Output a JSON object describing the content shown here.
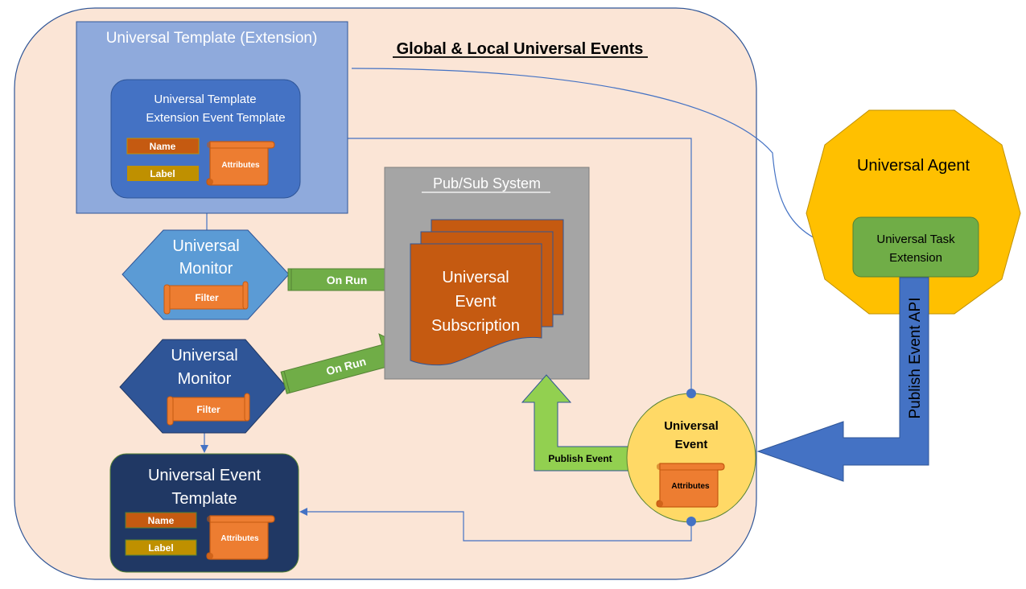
{
  "diagram": {
    "title": "Global & Local Universal Events",
    "colors": {
      "outer_bg": "#FBE5D6",
      "outer_border": "#2F5597",
      "template_ext_bg": "#8FAADC",
      "template_ext_inner": "#4472C4",
      "monitor_light": "#5B9BD5",
      "monitor_dark": "#2F5597",
      "event_template_bg": "#203864",
      "name_badge": "#C55A11",
      "label_badge": "#BF9000",
      "scroll": "#ED7D31",
      "on_run_arrow": "#70AD47",
      "publish_event_arrow": "#92D050",
      "pubsub_bg": "#A5A5A5",
      "subscription": "#C55A11",
      "universal_event": "#FFD966",
      "agent": "#FFC000",
      "task_extension": "#70AD47",
      "api_arrow": "#4472C4",
      "connector": "#4472C4"
    },
    "template_extension": {
      "title": "Universal Template (Extension)",
      "inner_title_line1": "Universal Template",
      "inner_title_line2": "Extension Event Template",
      "name_label": "Name",
      "label_label": "Label",
      "attributes_label": "Attributes"
    },
    "monitor_1": {
      "title_line1": "Universal",
      "title_line2": "Monitor",
      "filter_label": "Filter"
    },
    "monitor_2": {
      "title_line1": "Universal",
      "title_line2": "Monitor",
      "filter_label": "Filter"
    },
    "on_run_1": "On Run",
    "on_run_2": "On Run",
    "pubsub": {
      "title": "Pub/Sub System",
      "subscription_line1": "Universal",
      "subscription_line2": "Event",
      "subscription_line3": "Subscription"
    },
    "event_template": {
      "title_line1": "Universal Event",
      "title_line2": "Template",
      "name_label": "Name",
      "label_label": "Label",
      "attributes_label": "Attributes"
    },
    "publish_event_label": "Publish Event",
    "universal_event": {
      "title_line1": "Universal",
      "title_line2": "Event",
      "attributes_label": "Attributes"
    },
    "agent": {
      "title": "Universal Agent",
      "task_extension_line1": "Universal Task",
      "task_extension_line2": "Extension"
    },
    "publish_api_label": "Publish Event API"
  }
}
